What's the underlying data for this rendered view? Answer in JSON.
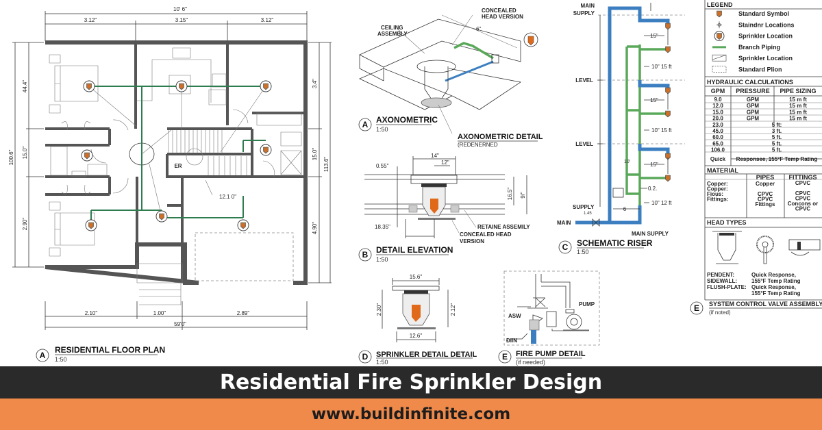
{
  "colors": {
    "banner_bg": "#2a2a2a",
    "url_bg": "#f08a4b",
    "branch_piping": "#2e7d4f",
    "supply_piping": "#3c7fc0",
    "sprinkler_bulb": "#e06a1a"
  },
  "floor_plan": {
    "title": "RESIDENTIAL FLOOR PLAN",
    "badge": "A",
    "scale": "1:50",
    "dim_overall_top": "10' 6\"",
    "dim_top": [
      "3.12\"",
      "3.15\"",
      "3.12\""
    ],
    "dim_bottom": [
      "2.10\"",
      "1.00\"",
      "2.89\""
    ],
    "dim_overall_bottom": "59'0\"",
    "dim_left_overall": "100.6\"",
    "dim_left": [
      "44.4\"",
      "15.0\"",
      "2.90\""
    ],
    "dim_right": [
      "3.4\"",
      "15.0\"",
      "4.90\""
    ],
    "dim_right_overall": "113.6\"",
    "room_label": "ER",
    "pipe_callout": "12.1 0\""
  },
  "axonometric": {
    "badge": "A",
    "title": "AXONOMETRIC",
    "scale": "1:50",
    "ceiling_label": [
      "CEILING",
      "ASSEMBLY"
    ],
    "concealed_label": [
      "CONCEALED",
      "HEAD VERSION"
    ],
    "dim": "6\"",
    "detail_title": "AXONOMETRIC DETAIL",
    "detail_sub": "(REDENERNED"
  },
  "detail_elevation": {
    "badge": "B",
    "title": "DETAIL ELEVATION",
    "scale": "1:50",
    "dims": {
      "width": "14\"",
      "inner": "12\"",
      "top": "0.55\"",
      "bottom": "18.35\"",
      "height_a": "16.5\"",
      "height_b": "9/\""
    },
    "retainer_label": "RETAINE ASSEMILY",
    "concealed_label": [
      "CONCEALED HEAD",
      "VERSION"
    ]
  },
  "sprinkler_detail": {
    "badge": "D",
    "title": "SPRINKLER DETAIL DETAIL",
    "scale": "1:50",
    "dims": {
      "top": "15.6\"",
      "left": "2.30\"",
      "right": "2.12\"",
      "bottom": "12.6\""
    }
  },
  "fire_pump": {
    "badge": "E",
    "title": "FIRE PUMP DETAIL",
    "sub": "(if needed)",
    "pump_label": "PUMP",
    "asw_label": "ASW",
    "drain_label": "ĐIIN"
  },
  "riser": {
    "badge": "C",
    "title": "SCHEMATIC RISER",
    "scale": "1:50",
    "main_supply_top": [
      "MAIN",
      "SUPPLY"
    ],
    "levels": [
      "LEVEL",
      "LEVEL"
    ],
    "branch_dims": [
      "15\"",
      "15\"",
      "15\""
    ],
    "riser_dims": [
      "10\" 15 ft",
      "10\" 15 ft",
      "10\" 12 ft"
    ],
    "loop_dim": "10'",
    "offset_dim": "0.2.",
    "base_dim": "6",
    "supply_label": "SUPPLY",
    "supply_value": "1.45",
    "main_label": "MAIN",
    "main_supply_label": "MAIN SUPPLY"
  },
  "legend": {
    "title": "LEGEND",
    "items": [
      {
        "icon": "sprinkler-head-icon",
        "label": "Standard Symbol"
      },
      {
        "icon": "crosshair-icon",
        "label": "Staindnr Locations"
      },
      {
        "icon": "sprinkler-circle-icon",
        "label": "Sprinkler Location"
      },
      {
        "icon": "green-line-icon",
        "label": "Branch Piping"
      },
      {
        "icon": "diagonal-box-icon",
        "label": "Sprinkler Location"
      },
      {
        "icon": "dashed-box-icon",
        "label": "Standard Plion"
      }
    ]
  },
  "hydraulic": {
    "title": "HYDRAULIC CALCULATIONS",
    "headers": [
      "GPM",
      "PRESSURE",
      "PIPE SIZING"
    ],
    "rows": [
      [
        "9.0",
        "GPM",
        "15 m ft"
      ],
      [
        "12.0",
        "GPM",
        "15 m ft"
      ],
      [
        "15.0",
        "GPM",
        "15 m ft"
      ],
      [
        "20.0",
        "GPM",
        "15 m ft"
      ],
      [
        "23.0",
        "5 ft:"
      ],
      [
        "45.0",
        "3 ft."
      ],
      [
        "60.0",
        "5 ft."
      ],
      [
        "65.0",
        "5 ft."
      ],
      [
        "106.0",
        "5 ft."
      ],
      [
        "Quick",
        "Responsee, 155°F Temp Rating"
      ]
    ]
  },
  "material": {
    "title": "MATERIAL",
    "headers": [
      "PIPES",
      "FITTINGS"
    ],
    "labels": [
      "Copper:",
      "Copper:",
      "Fious:",
      "Fittings:"
    ],
    "pipes": [
      "Copper",
      "",
      "CPVC",
      "CPVC",
      "Fittings"
    ],
    "fittings": [
      "CPVC",
      "",
      "CPVC",
      "CPVC",
      "Concons or",
      "CPVC"
    ]
  },
  "head_types": {
    "title": "HEAD TYPES",
    "types": [
      "PENDENT:",
      "SIDEWALL:",
      "FLUSH-PLATE:",
      ""
    ],
    "descriptions": [
      "Quick Response,",
      "155°F Temp Rating",
      "Quick Response,",
      "155°F Temp Rating"
    ]
  },
  "valve_assembly": {
    "badge": "E",
    "title": "SYSTEM CONTROL VALVE ASSEMBLY",
    "sub": "(if noted)"
  },
  "banner": {
    "title": "Residential Fire Sprinkler Design",
    "url": "www.buildinfinite.com"
  }
}
